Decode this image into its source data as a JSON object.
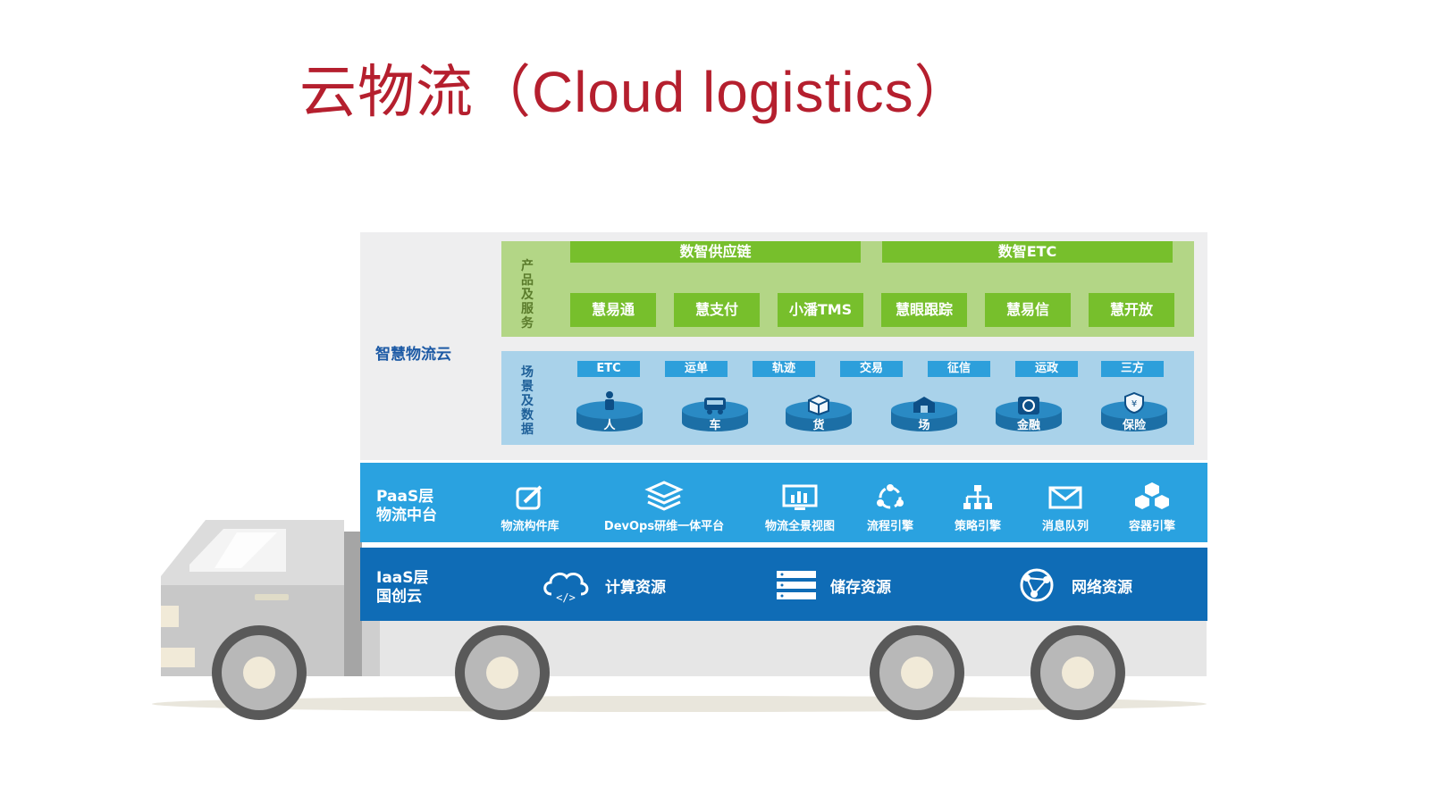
{
  "title": "云物流（Cloud logistics）",
  "platform_label": "智慧物流云",
  "products": {
    "label": "产品及服务",
    "groups": [
      "数智供应链",
      "数智ETC"
    ],
    "items": [
      "慧易通",
      "慧支付",
      "小潘TMS",
      "慧眼跟踪",
      "慧易信",
      "慧开放"
    ]
  },
  "scenes": {
    "label": "场景及数据",
    "tags": [
      "ETC",
      "运单",
      "轨迹",
      "交易",
      "征信",
      "运政",
      "三方"
    ],
    "entities": [
      {
        "label": "人",
        "icon": "person-icon"
      },
      {
        "label": "车",
        "icon": "truck-icon"
      },
      {
        "label": "货",
        "icon": "box-icon"
      },
      {
        "label": "场",
        "icon": "building-icon"
      },
      {
        "label": "金融",
        "icon": "coin-icon"
      },
      {
        "label": "保险",
        "icon": "shield-icon"
      }
    ]
  },
  "paas": {
    "label_line1": "PaaS层",
    "label_line2": "物流中台",
    "items": [
      {
        "label": "物流构件库",
        "icon": "component-icon"
      },
      {
        "label": "DevOps研维一体平台",
        "icon": "layers-icon"
      },
      {
        "label": "物流全景视图",
        "icon": "dashboard-icon"
      },
      {
        "label": "流程引擎",
        "icon": "flow-icon"
      },
      {
        "label": "策略引擎",
        "icon": "hierarchy-icon"
      },
      {
        "label": "消息队列",
        "icon": "mail-icon"
      },
      {
        "label": "容器引擎",
        "icon": "cubes-icon"
      }
    ]
  },
  "iaas": {
    "label_line1": "IaaS层",
    "label_line2": "国创云",
    "items": [
      {
        "label": "计算资源",
        "icon": "cloud-code-icon"
      },
      {
        "label": "储存资源",
        "icon": "server-icon"
      },
      {
        "label": "网络资源",
        "icon": "network-icon"
      }
    ]
  },
  "colors": {
    "title": "#b51f2e",
    "products_panel": "#b3d686",
    "products_button": "#77bf2c",
    "scenes_panel": "#a9d2ea",
    "paas": "#2aa2e0",
    "iaas": "#0f6cb6"
  }
}
